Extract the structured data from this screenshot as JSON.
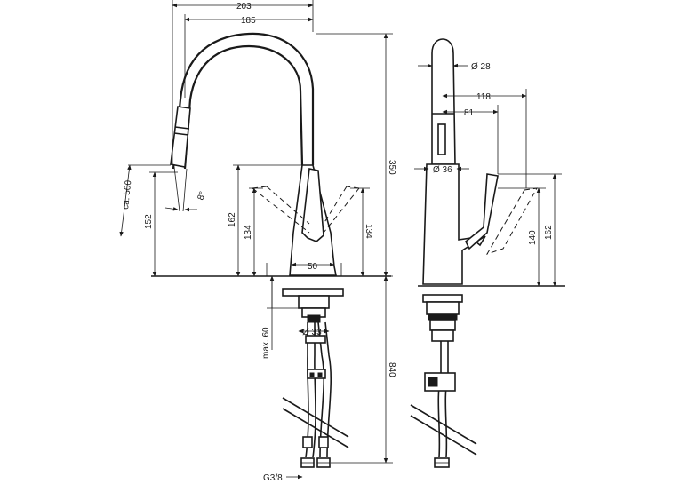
{
  "dimensions": {
    "front": {
      "w203": "203",
      "w185": "185",
      "h350": "350",
      "ca500": "ca. 500",
      "h152": "152",
      "angle": "8°",
      "h162": "162",
      "h134_left": "134",
      "h134_right": "134",
      "w50": "50",
      "max60": "max. 60",
      "d33": "Ø 33",
      "h840": "840",
      "g38": "G3/8"
    },
    "side": {
      "d28": "Ø 28",
      "w118": "118",
      "w81": "81",
      "d36": "Ø 36",
      "h140": "140",
      "h162": "162"
    }
  }
}
